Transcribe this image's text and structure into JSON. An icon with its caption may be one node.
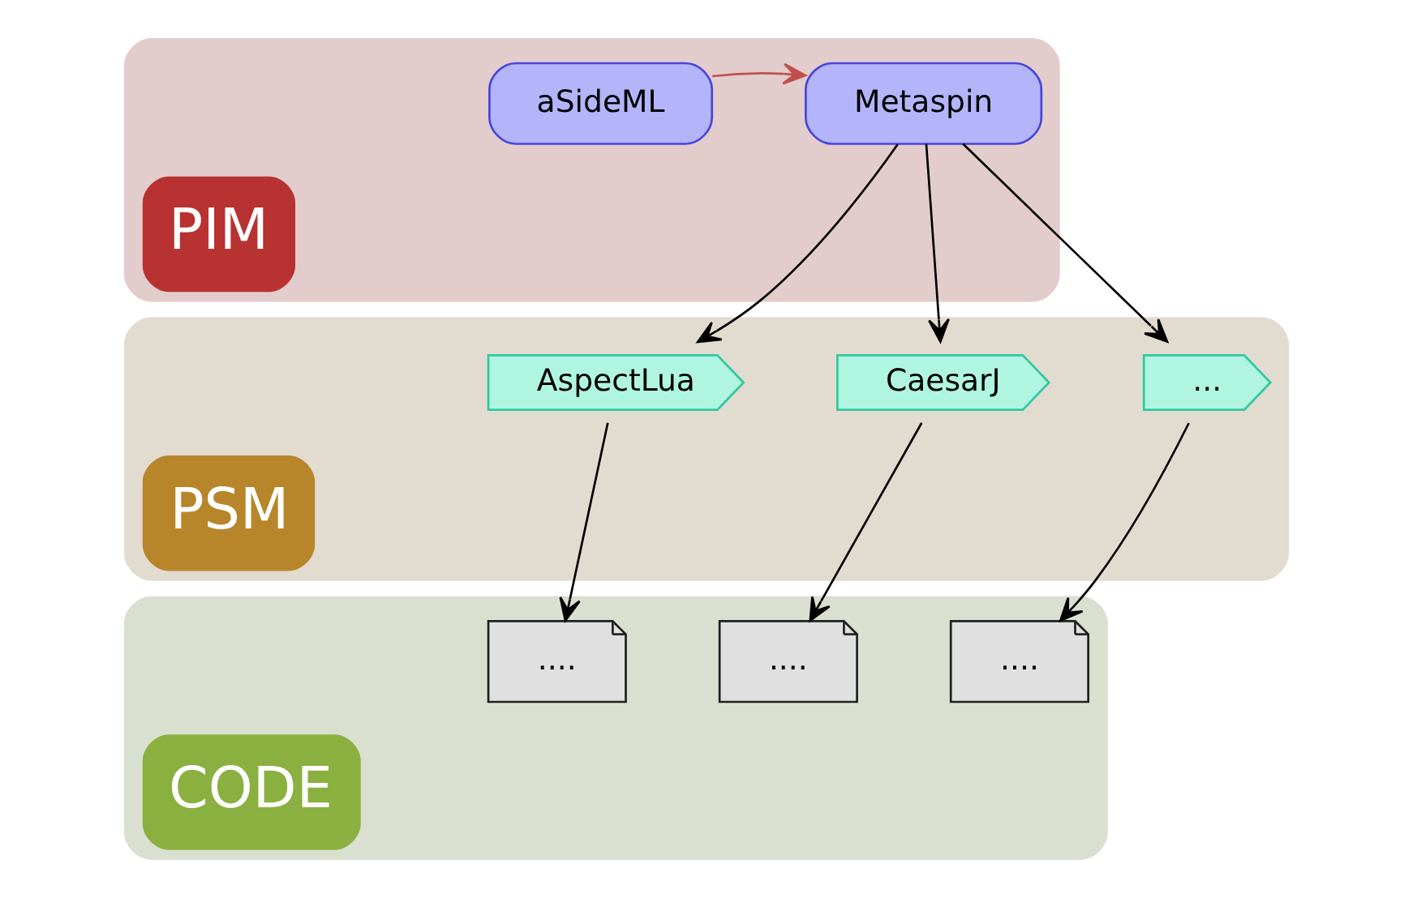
{
  "diagram": {
    "nodes": [
      {
        "text": [
          "PIM"
        ]
      },
      {
        "text": [
          "aSideML"
        ],
        "in": 0
      },
      {
        "text": [
          "Metaspin"
        ],
        "in": 0
      },
      {
        "text": [
          "PSM"
        ]
      },
      {
        "text": [
          "AspectLua"
        ],
        "in": 3
      },
      {
        "text": [
          "CaesarJ"
        ],
        "in": 3
      },
      {
        "text": [
          "..."
        ],
        "in": 3
      },
      {
        "text": [
          "CODE"
        ]
      },
      {
        "text": [
          "...."
        ],
        "in": 7
      },
      {
        "text": [
          "...."
        ],
        "in": 7
      },
      {
        "text": [
          "...."
        ],
        "in": 7
      }
    ],
    "edges": [
      {
        "from": 1,
        "to": 2,
        "arrow": "to",
        "color": "#c0504d"
      },
      {
        "from": 2,
        "to": 4,
        "arrow": "to"
      },
      {
        "from": 2,
        "to": 5,
        "arrow": "to"
      },
      {
        "from": 2,
        "to": 6,
        "arrow": "to"
      },
      {
        "from": 4,
        "to": 8,
        "arrow": "to"
      },
      {
        "from": 5,
        "to": 9,
        "arrow": "to"
      },
      {
        "from": 6,
        "to": 10,
        "arrow": "to"
      }
    ]
  }
}
